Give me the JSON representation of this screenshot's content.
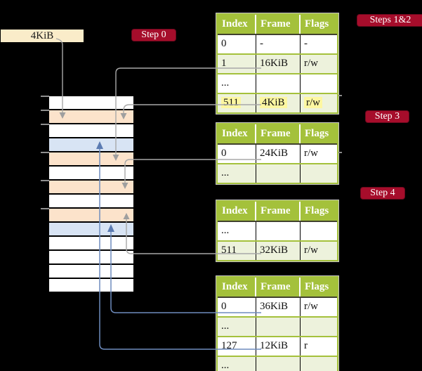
{
  "colors": {
    "background": "#000000",
    "badge_red": "#a60d2b",
    "table_green": "#a4c13b",
    "table_row_green": "#edf2dc",
    "highlight_yellow": "#fdf7a1",
    "memory_pagetable_peach": "#fce3cb",
    "memory_data_blue": "#d8e4f4",
    "memory_frame_white": "#ffffff",
    "box_cream": "#faecc9",
    "connector_gray": "#a8a8a8",
    "connector_blue": "#6e8cbe"
  },
  "frame_size_box": {
    "label": "4KiB"
  },
  "badges": {
    "step0": "Step 0",
    "steps_1_2": "Steps 1&2",
    "step3": "Step 3",
    "step4": "Step 4"
  },
  "page_tables": [
    {
      "title": "page-table-steps-1-2",
      "headers": [
        "Index",
        "Frame",
        "Flags"
      ],
      "rows": [
        {
          "cells": [
            "0",
            "-",
            "-"
          ],
          "shaded": false,
          "highlight": false
        },
        {
          "cells": [
            "1",
            "16KiB",
            "r/w"
          ],
          "shaded": true,
          "highlight": false
        },
        {
          "cells": [
            "...",
            "",
            ""
          ],
          "shaded": false,
          "highlight": false
        },
        {
          "cells": [
            "511",
            "4KiB",
            "r/w"
          ],
          "shaded": true,
          "highlight": true
        }
      ]
    },
    {
      "title": "page-table-step-3",
      "headers": [
        "Index",
        "Frame",
        "Flags"
      ],
      "rows": [
        {
          "cells": [
            "0",
            "24KiB",
            "r/w"
          ],
          "shaded": false,
          "highlight": false
        },
        {
          "cells": [
            "...",
            "",
            ""
          ],
          "shaded": true,
          "highlight": false
        }
      ]
    },
    {
      "title": "page-table-step-4",
      "headers": [
        "Index",
        "Frame",
        "Flags"
      ],
      "rows": [
        {
          "cells": [
            "...",
            "",
            ""
          ],
          "shaded": false,
          "highlight": false
        },
        {
          "cells": [
            "511",
            "32KiB",
            "r/w"
          ],
          "shaded": true,
          "highlight": false
        }
      ]
    },
    {
      "title": "page-table-leaf",
      "headers": [
        "Index",
        "Frame",
        "Flags"
      ],
      "rows": [
        {
          "cells": [
            "0",
            "36KiB",
            "r/w"
          ],
          "shaded": false,
          "highlight": false
        },
        {
          "cells": [
            "...",
            "",
            ""
          ],
          "shaded": true,
          "highlight": false
        },
        {
          "cells": [
            "127",
            "12KiB",
            "r"
          ],
          "shaded": false,
          "highlight": false
        },
        {
          "cells": [
            "...",
            "",
            ""
          ],
          "shaded": true,
          "highlight": false
        }
      ]
    }
  ],
  "memory_column": {
    "rows": [
      {
        "kind": "frame"
      },
      {
        "kind": "pagetable"
      },
      {
        "kind": "frame"
      },
      {
        "kind": "data"
      },
      {
        "kind": "pagetable"
      },
      {
        "kind": "frame"
      },
      {
        "kind": "pagetable"
      },
      {
        "kind": "frame"
      },
      {
        "kind": "pagetable"
      },
      {
        "kind": "data"
      },
      {
        "kind": "frame"
      },
      {
        "kind": "frame"
      },
      {
        "kind": "frame"
      },
      {
        "kind": "frame"
      }
    ]
  }
}
